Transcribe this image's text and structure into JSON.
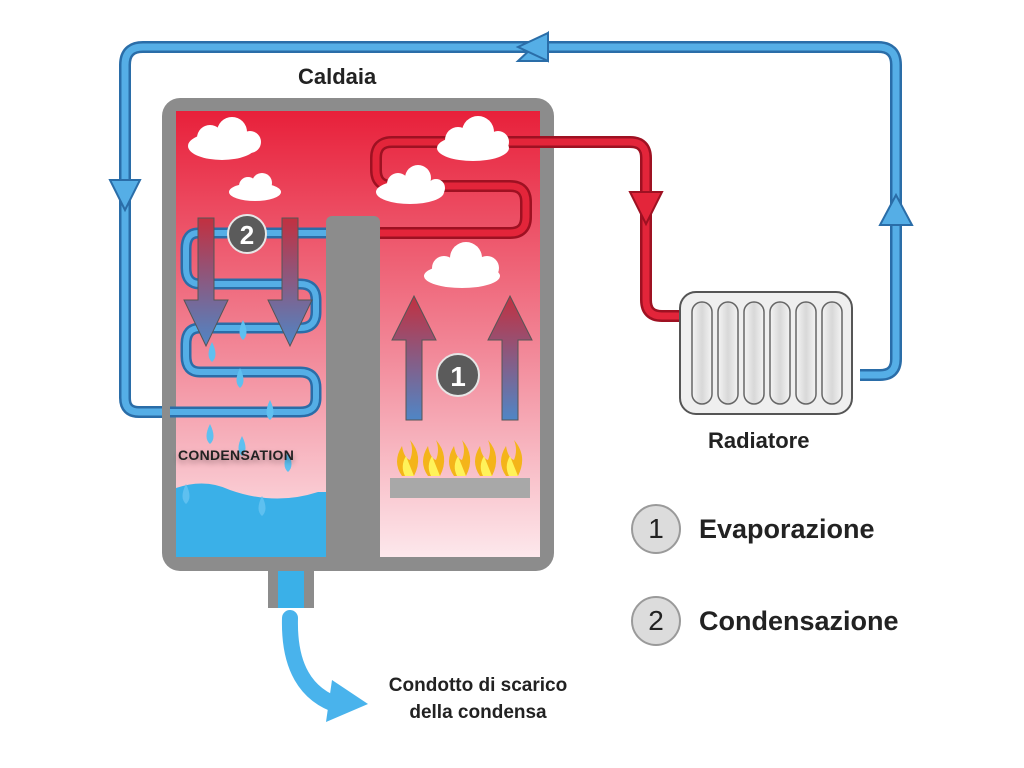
{
  "labels": {
    "boiler": "Caldaia",
    "radiator": "Radiatore",
    "condensation_zone": "CONDENSATION",
    "drain_line1": "Condotto di scarico",
    "drain_line2": "della condensa"
  },
  "markers": {
    "evaporation": "1",
    "condensation": "2"
  },
  "legend": [
    {
      "number": "1",
      "label": "Evaporazione"
    },
    {
      "number": "2",
      "label": "Condensazione"
    }
  ],
  "colors": {
    "cold_water_pipe": "#4da3e0",
    "hot_water_pipe": "#e3253a",
    "drain_arrow": "#49b3ec",
    "boiler_wall": "#8c8c8c",
    "condensate_water": "#3ab0e8",
    "marker_circle": "#5b5b5b",
    "legend_circle": "#dcdcdc"
  },
  "icons": [
    "cloud-icon",
    "flame-icon",
    "water-drop-icon",
    "flow-arrow-icon",
    "radiator-icon"
  ]
}
